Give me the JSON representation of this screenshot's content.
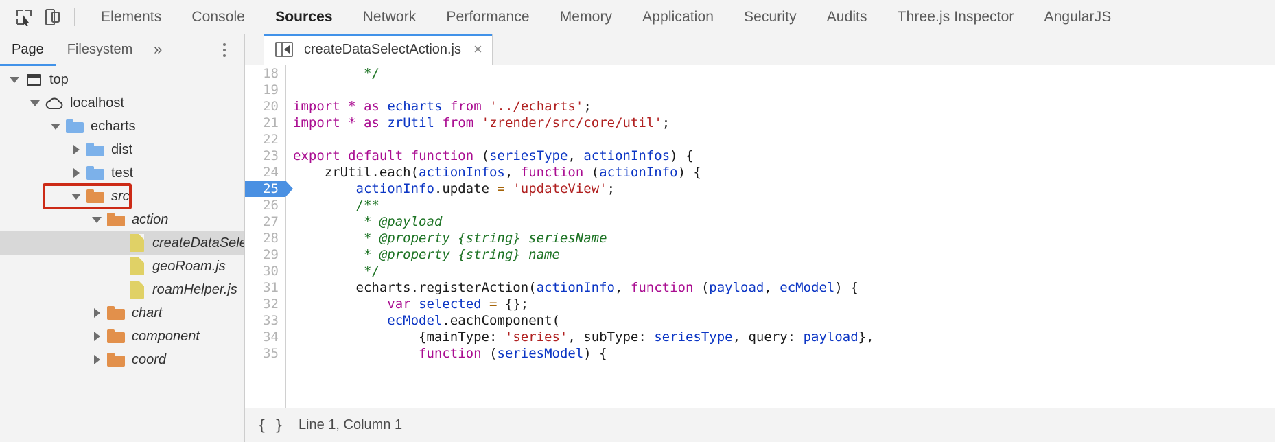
{
  "toolbar": {
    "inspect_icon": "inspect-cursor-icon",
    "device_icon": "device-toolbar-icon",
    "tabs": [
      {
        "label": "Elements",
        "active": false
      },
      {
        "label": "Console",
        "active": false
      },
      {
        "label": "Sources",
        "active": true
      },
      {
        "label": "Network",
        "active": false
      },
      {
        "label": "Performance",
        "active": false
      },
      {
        "label": "Memory",
        "active": false
      },
      {
        "label": "Application",
        "active": false
      },
      {
        "label": "Security",
        "active": false
      },
      {
        "label": "Audits",
        "active": false
      },
      {
        "label": "Three.js Inspector",
        "active": false
      },
      {
        "label": "AngularJS",
        "active": false
      }
    ]
  },
  "sidebar": {
    "tabs": [
      {
        "label": "Page",
        "active": true
      },
      {
        "label": "Filesystem",
        "active": false
      }
    ],
    "more_label": "»",
    "tree": [
      {
        "label": "top",
        "indent": 0,
        "twisty": "open",
        "icon": "frame",
        "italic": false,
        "selected": false,
        "highlighted": false
      },
      {
        "label": "localhost",
        "indent": 1,
        "twisty": "open",
        "icon": "cloud",
        "italic": false,
        "selected": false,
        "highlighted": false
      },
      {
        "label": "echarts",
        "indent": 2,
        "twisty": "open",
        "icon": "folder-blue",
        "italic": false,
        "selected": false,
        "highlighted": false
      },
      {
        "label": "dist",
        "indent": 3,
        "twisty": "closed",
        "icon": "folder-blue",
        "italic": false,
        "selected": false,
        "highlighted": false
      },
      {
        "label": "test",
        "indent": 3,
        "twisty": "closed",
        "icon": "folder-blue",
        "italic": false,
        "selected": false,
        "highlighted": false
      },
      {
        "label": "src",
        "indent": 3,
        "twisty": "open",
        "icon": "folder-orange",
        "italic": true,
        "selected": false,
        "highlighted": true
      },
      {
        "label": "action",
        "indent": 4,
        "twisty": "open",
        "icon": "folder-orange",
        "italic": true,
        "selected": false,
        "highlighted": false
      },
      {
        "label": "createDataSelectAction.js",
        "indent": 5,
        "twisty": "none",
        "icon": "file-js",
        "italic": true,
        "selected": true,
        "highlighted": false
      },
      {
        "label": "geoRoam.js",
        "indent": 5,
        "twisty": "none",
        "icon": "file-js",
        "italic": true,
        "selected": false,
        "highlighted": false
      },
      {
        "label": "roamHelper.js",
        "indent": 5,
        "twisty": "none",
        "icon": "file-js",
        "italic": true,
        "selected": false,
        "highlighted": false
      },
      {
        "label": "chart",
        "indent": 4,
        "twisty": "closed",
        "icon": "folder-orange",
        "italic": true,
        "selected": false,
        "highlighted": false
      },
      {
        "label": "component",
        "indent": 4,
        "twisty": "closed",
        "icon": "folder-orange",
        "italic": true,
        "selected": false,
        "highlighted": false
      },
      {
        "label": "coord",
        "indent": 4,
        "twisty": "closed",
        "icon": "folder-orange",
        "italic": true,
        "selected": false,
        "highlighted": false
      }
    ],
    "highlight_color": "#cc2a16"
  },
  "editor": {
    "file_tab": {
      "name": "createDataSelectAction.js",
      "close_label": "×",
      "prev_icon": "show-navigator-icon"
    },
    "current_line": 25,
    "lines": [
      {
        "n": 18,
        "tokens": [
          {
            "t": "         */",
            "c": "cmt"
          }
        ]
      },
      {
        "n": 19,
        "tokens": [
          {
            "t": "",
            "c": ""
          }
        ]
      },
      {
        "n": 20,
        "tokens": [
          {
            "t": "import",
            "c": "kw"
          },
          {
            "t": " ",
            "c": ""
          },
          {
            "t": "*",
            "c": "kw"
          },
          {
            "t": " ",
            "c": ""
          },
          {
            "t": "as",
            "c": "kw"
          },
          {
            "t": " ",
            "c": ""
          },
          {
            "t": "echarts",
            "c": "ident"
          },
          {
            "t": " ",
            "c": ""
          },
          {
            "t": "from",
            "c": "kw"
          },
          {
            "t": " ",
            "c": ""
          },
          {
            "t": "'../echarts'",
            "c": "str"
          },
          {
            "t": ";",
            "c": ""
          }
        ]
      },
      {
        "n": 21,
        "tokens": [
          {
            "t": "import",
            "c": "kw"
          },
          {
            "t": " ",
            "c": ""
          },
          {
            "t": "*",
            "c": "kw"
          },
          {
            "t": " ",
            "c": ""
          },
          {
            "t": "as",
            "c": "kw"
          },
          {
            "t": " ",
            "c": ""
          },
          {
            "t": "zrUtil",
            "c": "ident"
          },
          {
            "t": " ",
            "c": ""
          },
          {
            "t": "from",
            "c": "kw"
          },
          {
            "t": " ",
            "c": ""
          },
          {
            "t": "'zrender/src/core/util'",
            "c": "str"
          },
          {
            "t": ";",
            "c": ""
          }
        ]
      },
      {
        "n": 22,
        "tokens": [
          {
            "t": "",
            "c": ""
          }
        ]
      },
      {
        "n": 23,
        "tokens": [
          {
            "t": "export",
            "c": "kw"
          },
          {
            "t": " ",
            "c": ""
          },
          {
            "t": "default",
            "c": "kw"
          },
          {
            "t": " ",
            "c": ""
          },
          {
            "t": "function",
            "c": "kw"
          },
          {
            "t": " (",
            "c": ""
          },
          {
            "t": "seriesType",
            "c": "ident"
          },
          {
            "t": ", ",
            "c": ""
          },
          {
            "t": "actionInfos",
            "c": "ident"
          },
          {
            "t": ") {",
            "c": ""
          }
        ]
      },
      {
        "n": 24,
        "tokens": [
          {
            "t": "    zrUtil.each(",
            "c": ""
          },
          {
            "t": "actionInfos",
            "c": "ident"
          },
          {
            "t": ", ",
            "c": ""
          },
          {
            "t": "function",
            "c": "kw"
          },
          {
            "t": " (",
            "c": ""
          },
          {
            "t": "actionInfo",
            "c": "ident"
          },
          {
            "t": ") {",
            "c": ""
          }
        ]
      },
      {
        "n": 25,
        "tokens": [
          {
            "t": "        ",
            "c": ""
          },
          {
            "t": "actionInfo",
            "c": "ident"
          },
          {
            "t": ".update ",
            "c": ""
          },
          {
            "t": "=",
            "c": "op"
          },
          {
            "t": " ",
            "c": ""
          },
          {
            "t": "'updateView'",
            "c": "str"
          },
          {
            "t": ";",
            "c": ""
          }
        ]
      },
      {
        "n": 26,
        "tokens": [
          {
            "t": "        /**",
            "c": "cmt"
          }
        ]
      },
      {
        "n": 27,
        "tokens": [
          {
            "t": "         * @payload",
            "c": "cmt-i"
          }
        ]
      },
      {
        "n": 28,
        "tokens": [
          {
            "t": "         * @property {string} seriesName",
            "c": "cmt-i"
          }
        ]
      },
      {
        "n": 29,
        "tokens": [
          {
            "t": "         * @property {string} name",
            "c": "cmt-i"
          }
        ]
      },
      {
        "n": 30,
        "tokens": [
          {
            "t": "         */",
            "c": "cmt"
          }
        ]
      },
      {
        "n": 31,
        "tokens": [
          {
            "t": "        echarts.registerAction(",
            "c": ""
          },
          {
            "t": "actionInfo",
            "c": "ident"
          },
          {
            "t": ", ",
            "c": ""
          },
          {
            "t": "function",
            "c": "kw"
          },
          {
            "t": " (",
            "c": ""
          },
          {
            "t": "payload",
            "c": "ident"
          },
          {
            "t": ", ",
            "c": ""
          },
          {
            "t": "ecModel",
            "c": "ident"
          },
          {
            "t": ") {",
            "c": ""
          }
        ]
      },
      {
        "n": 32,
        "tokens": [
          {
            "t": "            ",
            "c": ""
          },
          {
            "t": "var",
            "c": "kw"
          },
          {
            "t": " ",
            "c": ""
          },
          {
            "t": "selected",
            "c": "ident"
          },
          {
            "t": " ",
            "c": ""
          },
          {
            "t": "=",
            "c": "op"
          },
          {
            "t": " {};",
            "c": ""
          }
        ]
      },
      {
        "n": 33,
        "tokens": [
          {
            "t": "            ",
            "c": ""
          },
          {
            "t": "ecModel",
            "c": "ident"
          },
          {
            "t": ".eachComponent(",
            "c": ""
          }
        ]
      },
      {
        "n": 34,
        "tokens": [
          {
            "t": "                {mainType: ",
            "c": ""
          },
          {
            "t": "'series'",
            "c": "str"
          },
          {
            "t": ", subType: ",
            "c": ""
          },
          {
            "t": "seriesType",
            "c": "ident"
          },
          {
            "t": ", query: ",
            "c": ""
          },
          {
            "t": "payload",
            "c": "ident"
          },
          {
            "t": "},",
            "c": ""
          }
        ]
      },
      {
        "n": 35,
        "tokens": [
          {
            "t": "                ",
            "c": ""
          },
          {
            "t": "function",
            "c": "kw"
          },
          {
            "t": " (",
            "c": ""
          },
          {
            "t": "seriesModel",
            "c": "ident"
          },
          {
            "t": ") {",
            "c": ""
          }
        ]
      }
    ]
  },
  "statusbar": {
    "format_label": "{ }",
    "position": "Line 1, Column 1"
  }
}
